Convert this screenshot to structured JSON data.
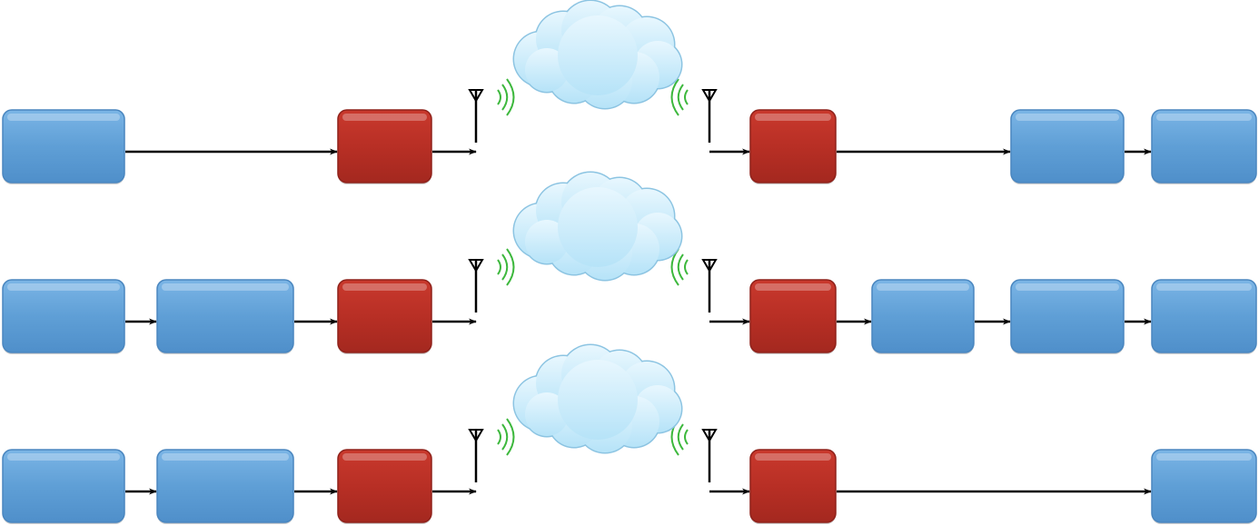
{
  "diagram": {
    "colors": {
      "blue_block": "#5f9fd6",
      "blue_block_edge": "#4a86bf",
      "red_block": "#b82f25",
      "red_block_edge": "#8f221b",
      "cloud_fill": "#c9ecfb",
      "cloud_edge": "#8cc4e2",
      "signal_waves": "#3db83d",
      "connector": "#000000"
    },
    "icons": [
      "antenna-icon",
      "signal-waves-icon",
      "cloud-icon"
    ],
    "rows": [
      {
        "tx_chain": [
          "block",
          "red"
        ],
        "rx_chain": [
          "red",
          "block",
          "block"
        ]
      },
      {
        "tx_chain": [
          "block",
          "block",
          "red"
        ],
        "rx_chain": [
          "red",
          "block",
          "block",
          "block"
        ]
      },
      {
        "tx_chain": [
          "block",
          "block",
          "red"
        ],
        "rx_chain": [
          "red",
          "block"
        ]
      }
    ]
  }
}
